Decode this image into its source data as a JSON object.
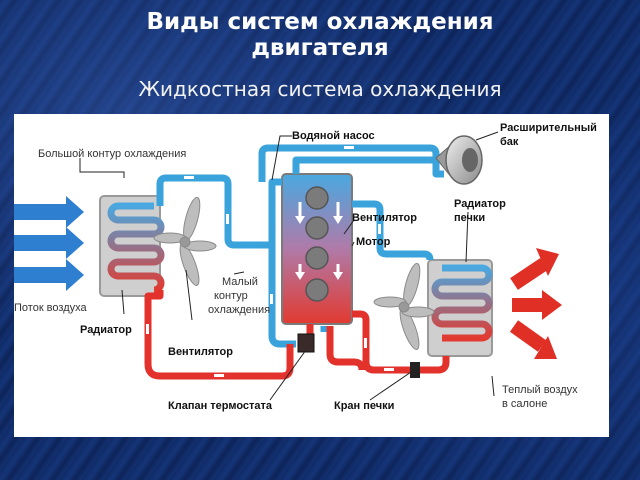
{
  "slide": {
    "title_line1": "Виды систем охлаждения",
    "title_line2": "двигателя",
    "subtitle": "Жидкостная система охлаждения"
  },
  "diagram": {
    "labels": {
      "water_pump": "Водяной насос",
      "expansion_tank_1": "Расширительный",
      "expansion_tank_2": "бак",
      "big_circuit": "Большой контур охлаждения",
      "heater_radiator_1": "Радиатор",
      "heater_radiator_2": "печки",
      "fan_engine": "Вентилятор",
      "motor": "Мотор",
      "small_circuit_1": "Малый",
      "small_circuit_2": "контур",
      "small_circuit_3": "охлаждения",
      "air_flow": "Поток воздуха",
      "radiator": "Радиатор",
      "fan_radiator": "Вентилятор",
      "thermostat_valve": "Клапан термостата",
      "heater_tap": "Кран печки",
      "warm_air_1": "Теплый воздух",
      "warm_air_2": "в салоне"
    },
    "colors": {
      "cold": "#3aa3dc",
      "hot": "#e2322b",
      "arrow_in": "#2f7fd1",
      "arrow_out": "#e03025"
    }
  }
}
